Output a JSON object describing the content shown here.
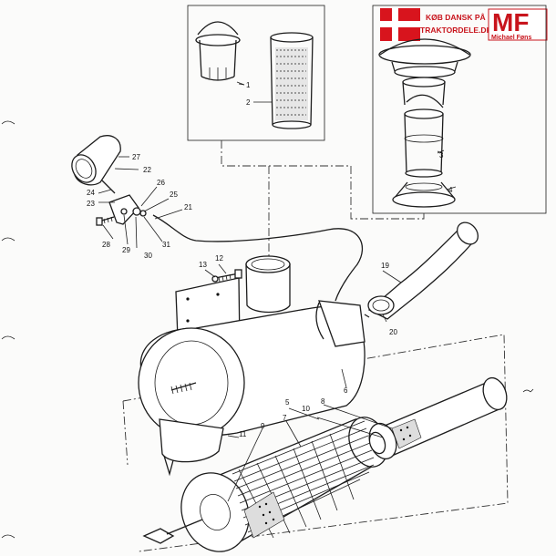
{
  "branding": {
    "dansk_line1": "KØB DANSK PÅ",
    "dansk_line2": "TRAKTORDELE.DK",
    "mf_mark": "MF",
    "mf_name": "Michael Føns",
    "flag_red": "#d8141d",
    "text_red": "#c8141c"
  },
  "callouts": {
    "c1": "1",
    "c2": "2",
    "c3": "3",
    "c4": "4",
    "c5": "5",
    "c6": "6",
    "c7": "7",
    "c8": "8",
    "c9": "9",
    "c10": "10",
    "c11": "11",
    "c12": "12",
    "c13": "13",
    "c19": "19",
    "c20": "20",
    "c21": "21",
    "c22": "22",
    "c23": "23",
    "c24": "24",
    "c25": "25",
    "c26": "26",
    "c27": "27",
    "c28": "28",
    "c29": "29",
    "c30": "30",
    "c31": "31"
  }
}
